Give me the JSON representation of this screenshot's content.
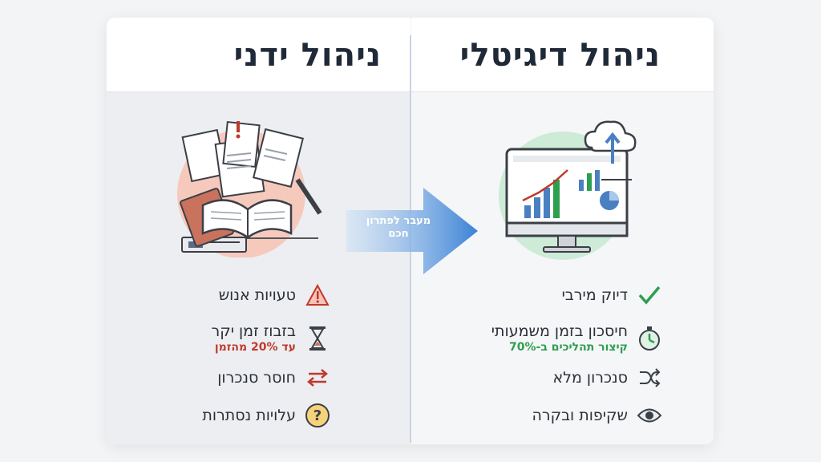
{
  "left_panel": {
    "title": "ניהול ידני",
    "items": [
      {
        "label": "טעויות אנוש",
        "icon": "warning-icon"
      },
      {
        "label": "בזבוז זמן יקר",
        "sub": "עד 20% מהזמן",
        "icon": "hourglass-icon"
      },
      {
        "label": "חוסר סנכרון",
        "icon": "swap-arrows-icon"
      },
      {
        "label": "עלויות נסתרות",
        "icon": "question-icon"
      }
    ]
  },
  "right_panel": {
    "title": "ניהול דיגיטלי",
    "items": [
      {
        "label": "דיוק מירבי",
        "icon": "checkmark-icon"
      },
      {
        "label": "חיסכון בזמן משמעותי",
        "sub": "קיצור תהליכים ב-70%",
        "icon": "stopwatch-icon"
      },
      {
        "label": "סנכרון מלא",
        "icon": "shuffle-icon"
      },
      {
        "label": "שקיפות ובקרה",
        "icon": "eye-icon"
      }
    ]
  },
  "transition": {
    "label": "מעבר לפתרון חכם"
  },
  "colors": {
    "warning_red": "#c0392b",
    "success_green": "#2e9e4f",
    "arrow_blue": "#4a90d9"
  }
}
